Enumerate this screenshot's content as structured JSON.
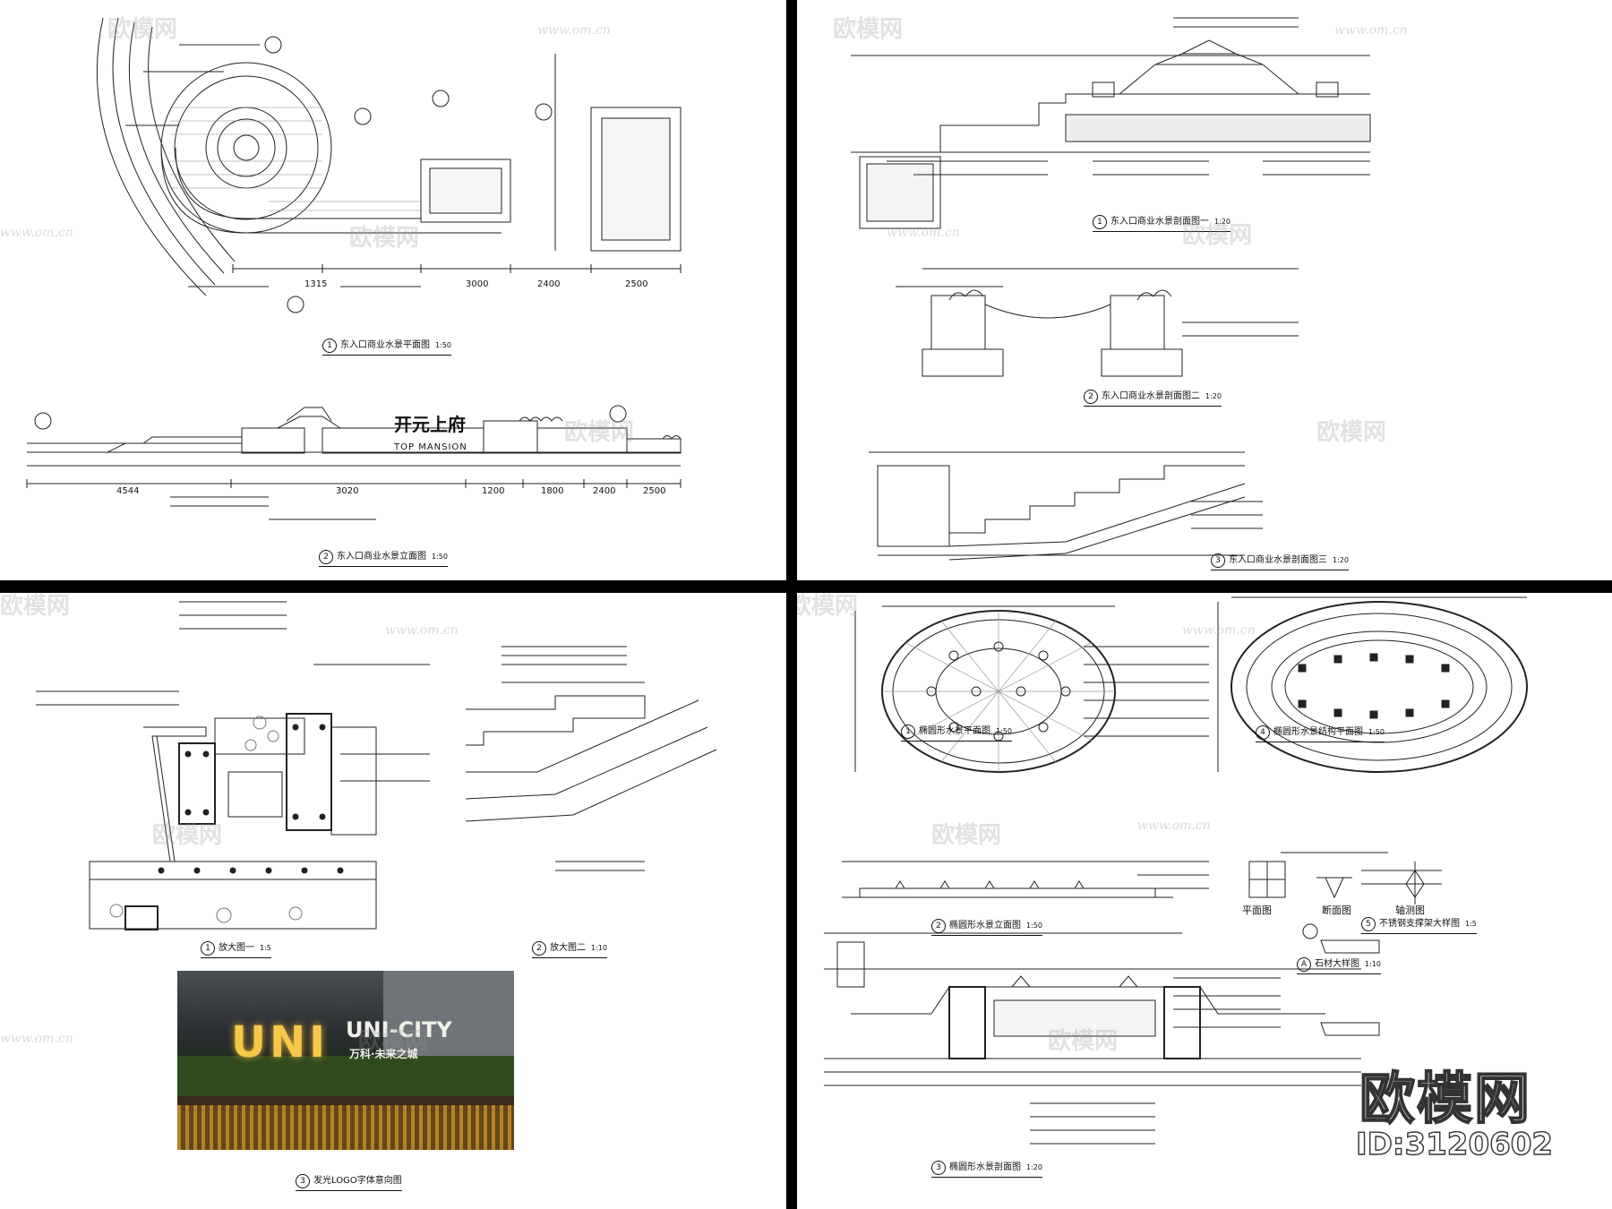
{
  "drawings": {
    "east_plan": {
      "num": "1",
      "title": "东入口商业水景平面图",
      "scale": "1:50"
    },
    "east_elevation": {
      "num": "2",
      "title": "东入口商业水景立面图",
      "scale": "1:50"
    },
    "east_section_1": {
      "num": "1",
      "title": "东入口商业水景剖面图一",
      "scale": "1:20"
    },
    "east_section_2": {
      "num": "2",
      "title": "东入口商业水景剖面图二",
      "scale": "1:20"
    },
    "east_section_3": {
      "num": "3",
      "title": "东入口商业水景剖面图三",
      "scale": "1:20"
    },
    "detail_1": {
      "num": "1",
      "title": "放大图一",
      "scale": "1:5"
    },
    "detail_2": {
      "num": "2",
      "title": "放大图二",
      "scale": "1:10"
    },
    "logo_ref": {
      "num": "3",
      "title": "发光LOGO字体意向图"
    },
    "oval_plan": {
      "num": "1",
      "title": "椭圆形水景平面图",
      "scale": "1:50"
    },
    "oval_elevation": {
      "num": "2",
      "title": "椭圆形水景立面图",
      "scale": "1:50"
    },
    "oval_section": {
      "num": "3",
      "title": "椭圆形水景剖面图",
      "scale": "1:20"
    },
    "oval_structure": {
      "num": "4",
      "title": "椭圆形水景结构平面图",
      "scale": "1:50"
    },
    "steel_bracket": {
      "num": "5",
      "title": "不锈钢支撑架大样图",
      "scale": "1:5"
    },
    "stone_detail": {
      "num": "A",
      "title": "石材大样图",
      "scale": "1:10"
    }
  },
  "elevation_sign": {
    "cn": "开元上府",
    "en": "TOP MANSION"
  },
  "bracket_views": {
    "plan": "平面图",
    "section": "断面图",
    "axon": "轴测图"
  },
  "photo": {
    "sign_main": "UNI",
    "sign_brand": "UNI-CITY",
    "sign_sub": "万科·未来之城"
  },
  "elevation_dims": [
    "4544",
    "3020",
    "1200",
    "1800",
    "2400",
    "2500"
  ],
  "plan_dims": [
    "1315",
    "3000",
    "2400",
    "2500"
  ],
  "watermark": {
    "brand": "欧模网",
    "url": "www.om.cn",
    "id": "ID:3120602"
  }
}
